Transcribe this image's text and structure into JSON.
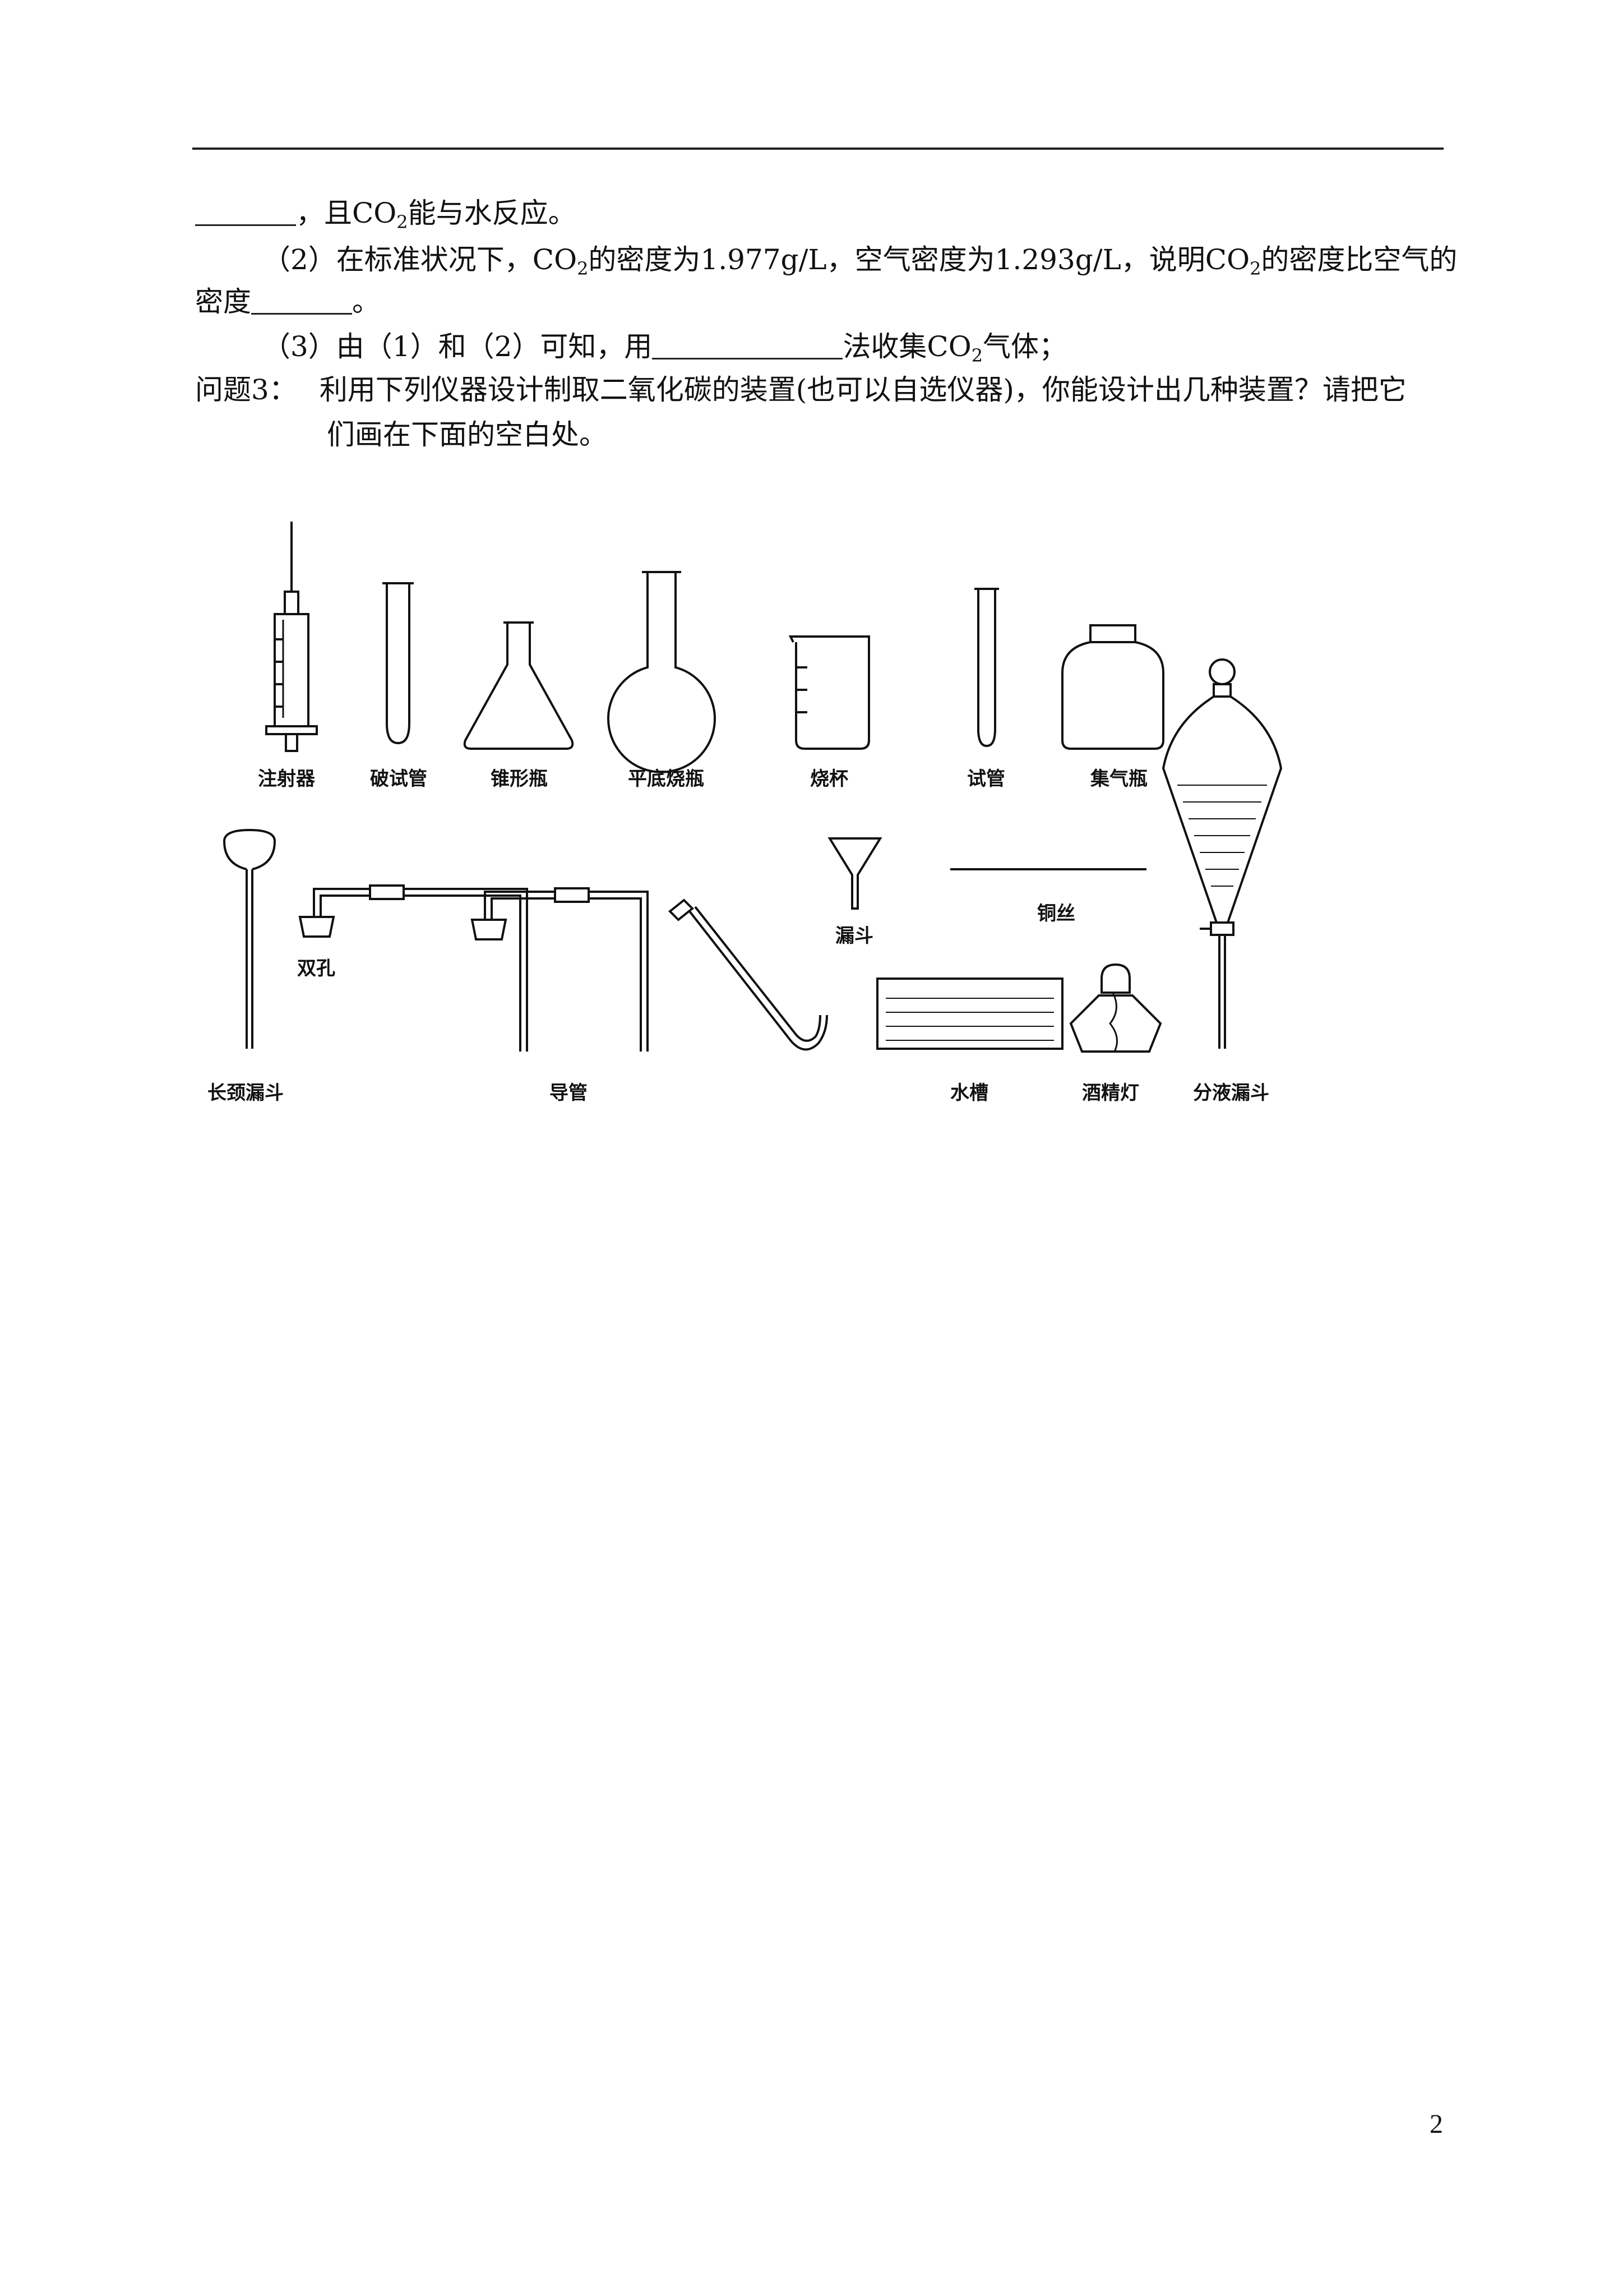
{
  "text": {
    "line1_tail": "，且CO",
    "line1_after": "能与水反应。",
    "p2_a": "（2）在标准状况下，CO",
    "p2_b": "的密度为1.977g/L，空气密度为1.293g/L，说明CO",
    "p2_c": "的密度比空气的",
    "p2_d": "密度",
    "p2_e": "。",
    "p3_a": "（3）由（1）和（2）可知，用",
    "p3_b": "法收集CO",
    "p3_c": "气体；",
    "q3_label": "问题3：",
    "q3_text": "利用下列仪器设计制取二氧化碳的装置(也可以自选仪器)，你能设计出几种装置？请把它",
    "q3_text2": "们画在下面的空白处。",
    "sub2": "2"
  },
  "labels": {
    "syringe": "注射器",
    "big_test_tube": "破试管",
    "conical_flask": "锥形瓶",
    "flat_flask": "平底烧瓶",
    "beaker": "烧杯",
    "test_tube": "试管",
    "gas_jar": "集气瓶",
    "funnel": "漏斗",
    "copper_wire": "铜丝",
    "double_hole": "双孔",
    "long_funnel": "长颈漏斗",
    "tube": "导管",
    "water_trough": "水槽",
    "alcohol_lamp": "酒精灯",
    "separatory_funnel": "分液漏斗"
  },
  "page_number": "2"
}
